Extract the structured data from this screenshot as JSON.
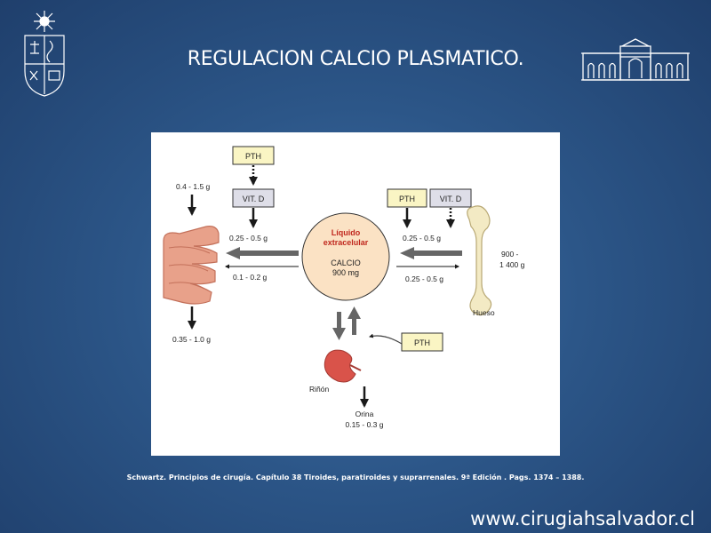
{
  "title": "REGULACION CALCIO PLASMATICO.",
  "diagram": {
    "pth_top": "PTH",
    "vitd_left": "VIT. D",
    "intake": "0.4 - 1.5 g",
    "absorb": "0.25 - 0.5 g",
    "secrete": "0.1 - 0.2 g",
    "fecal": "0.35 - 1.0 g",
    "ecf_line1": "Líquido",
    "ecf_line2": "extracelular",
    "calcio": "CALCIO",
    "calcio_mg": "900 mg",
    "pth_bone": "PTH",
    "vitd_bone": "VIT. D",
    "bone_release": "0.25 - 0.5 g",
    "bone_deposit": "0.25 - 0.5 g",
    "bone_amount_1": "900 -",
    "bone_amount_2": "1 400 g",
    "hueso": "Hueso",
    "pth_kidney": "PTH",
    "rinon": "Riñón",
    "orina": "Orina",
    "orina_amount": "0.15 - 0.3 g"
  },
  "citation": "Schwartz. Principios de cirugía. Capítulo 38 Tiroides, paratiroides y suprarrenales. 9ª Edición . Pags. 1374 – 1388.",
  "website": "www.cirugiahsalvador.cl"
}
